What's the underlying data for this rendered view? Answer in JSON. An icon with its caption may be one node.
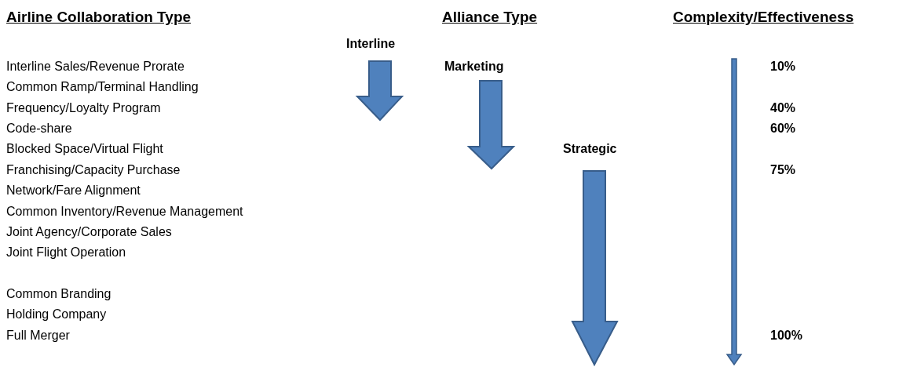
{
  "diagram": {
    "labels": [
      "Airline Collaboration Type",
      "Alliance Type",
      "Complexity/Effectiveness",
      "Interline",
      "Interline Sales/Revenue Prorate",
      "Marketing",
      "10%",
      "Common Ramp/Terminal Handling",
      "Frequency/Loyalty Program",
      "40%",
      "Code-share",
      "60%",
      "Blocked Space/Virtual Flight",
      "Strategic",
      "Franchising/Capacity Purchase",
      "75%",
      "Network/Fare Alignment",
      "Common Inventory/Revenue Management",
      "Joint Agency/Corporate Sales",
      "Joint Flight Operation",
      "Common Branding",
      "Holding Company",
      "Full Merger",
      "100%"
    ]
  }
}
